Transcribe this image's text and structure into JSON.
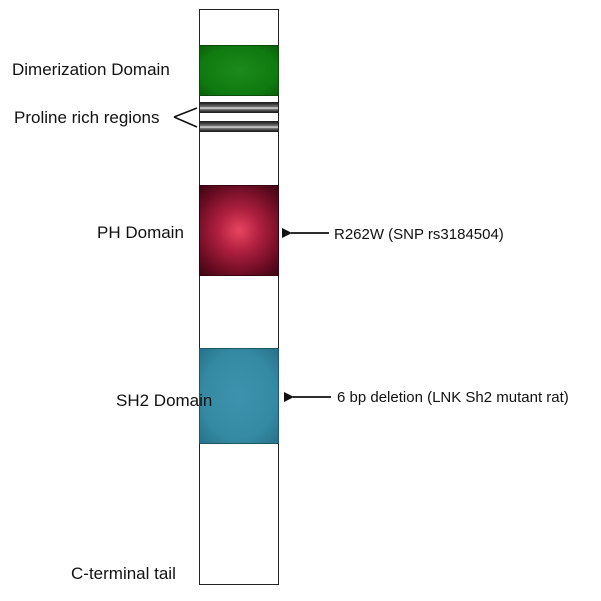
{
  "labels": {
    "dimerization": "Dimerization Domain",
    "proline": "Proline rich regions",
    "ph": "PH Domain",
    "sh2": "SH2 Domain",
    "cterminal": "C-terminal tail"
  },
  "annotations": {
    "ph": "R262W (SNP rs3184504)",
    "sh2": "6 bp deletion (LNK Sh2 mutant rat)"
  },
  "colors": {
    "dimerization": "#0f7a0f",
    "proline": "#777777",
    "ph": "#b02040",
    "sh2": "#358aa3"
  },
  "icons": {
    "ph_arrow": "left-arrow-icon",
    "sh2_arrow": "left-arrow-icon"
  }
}
